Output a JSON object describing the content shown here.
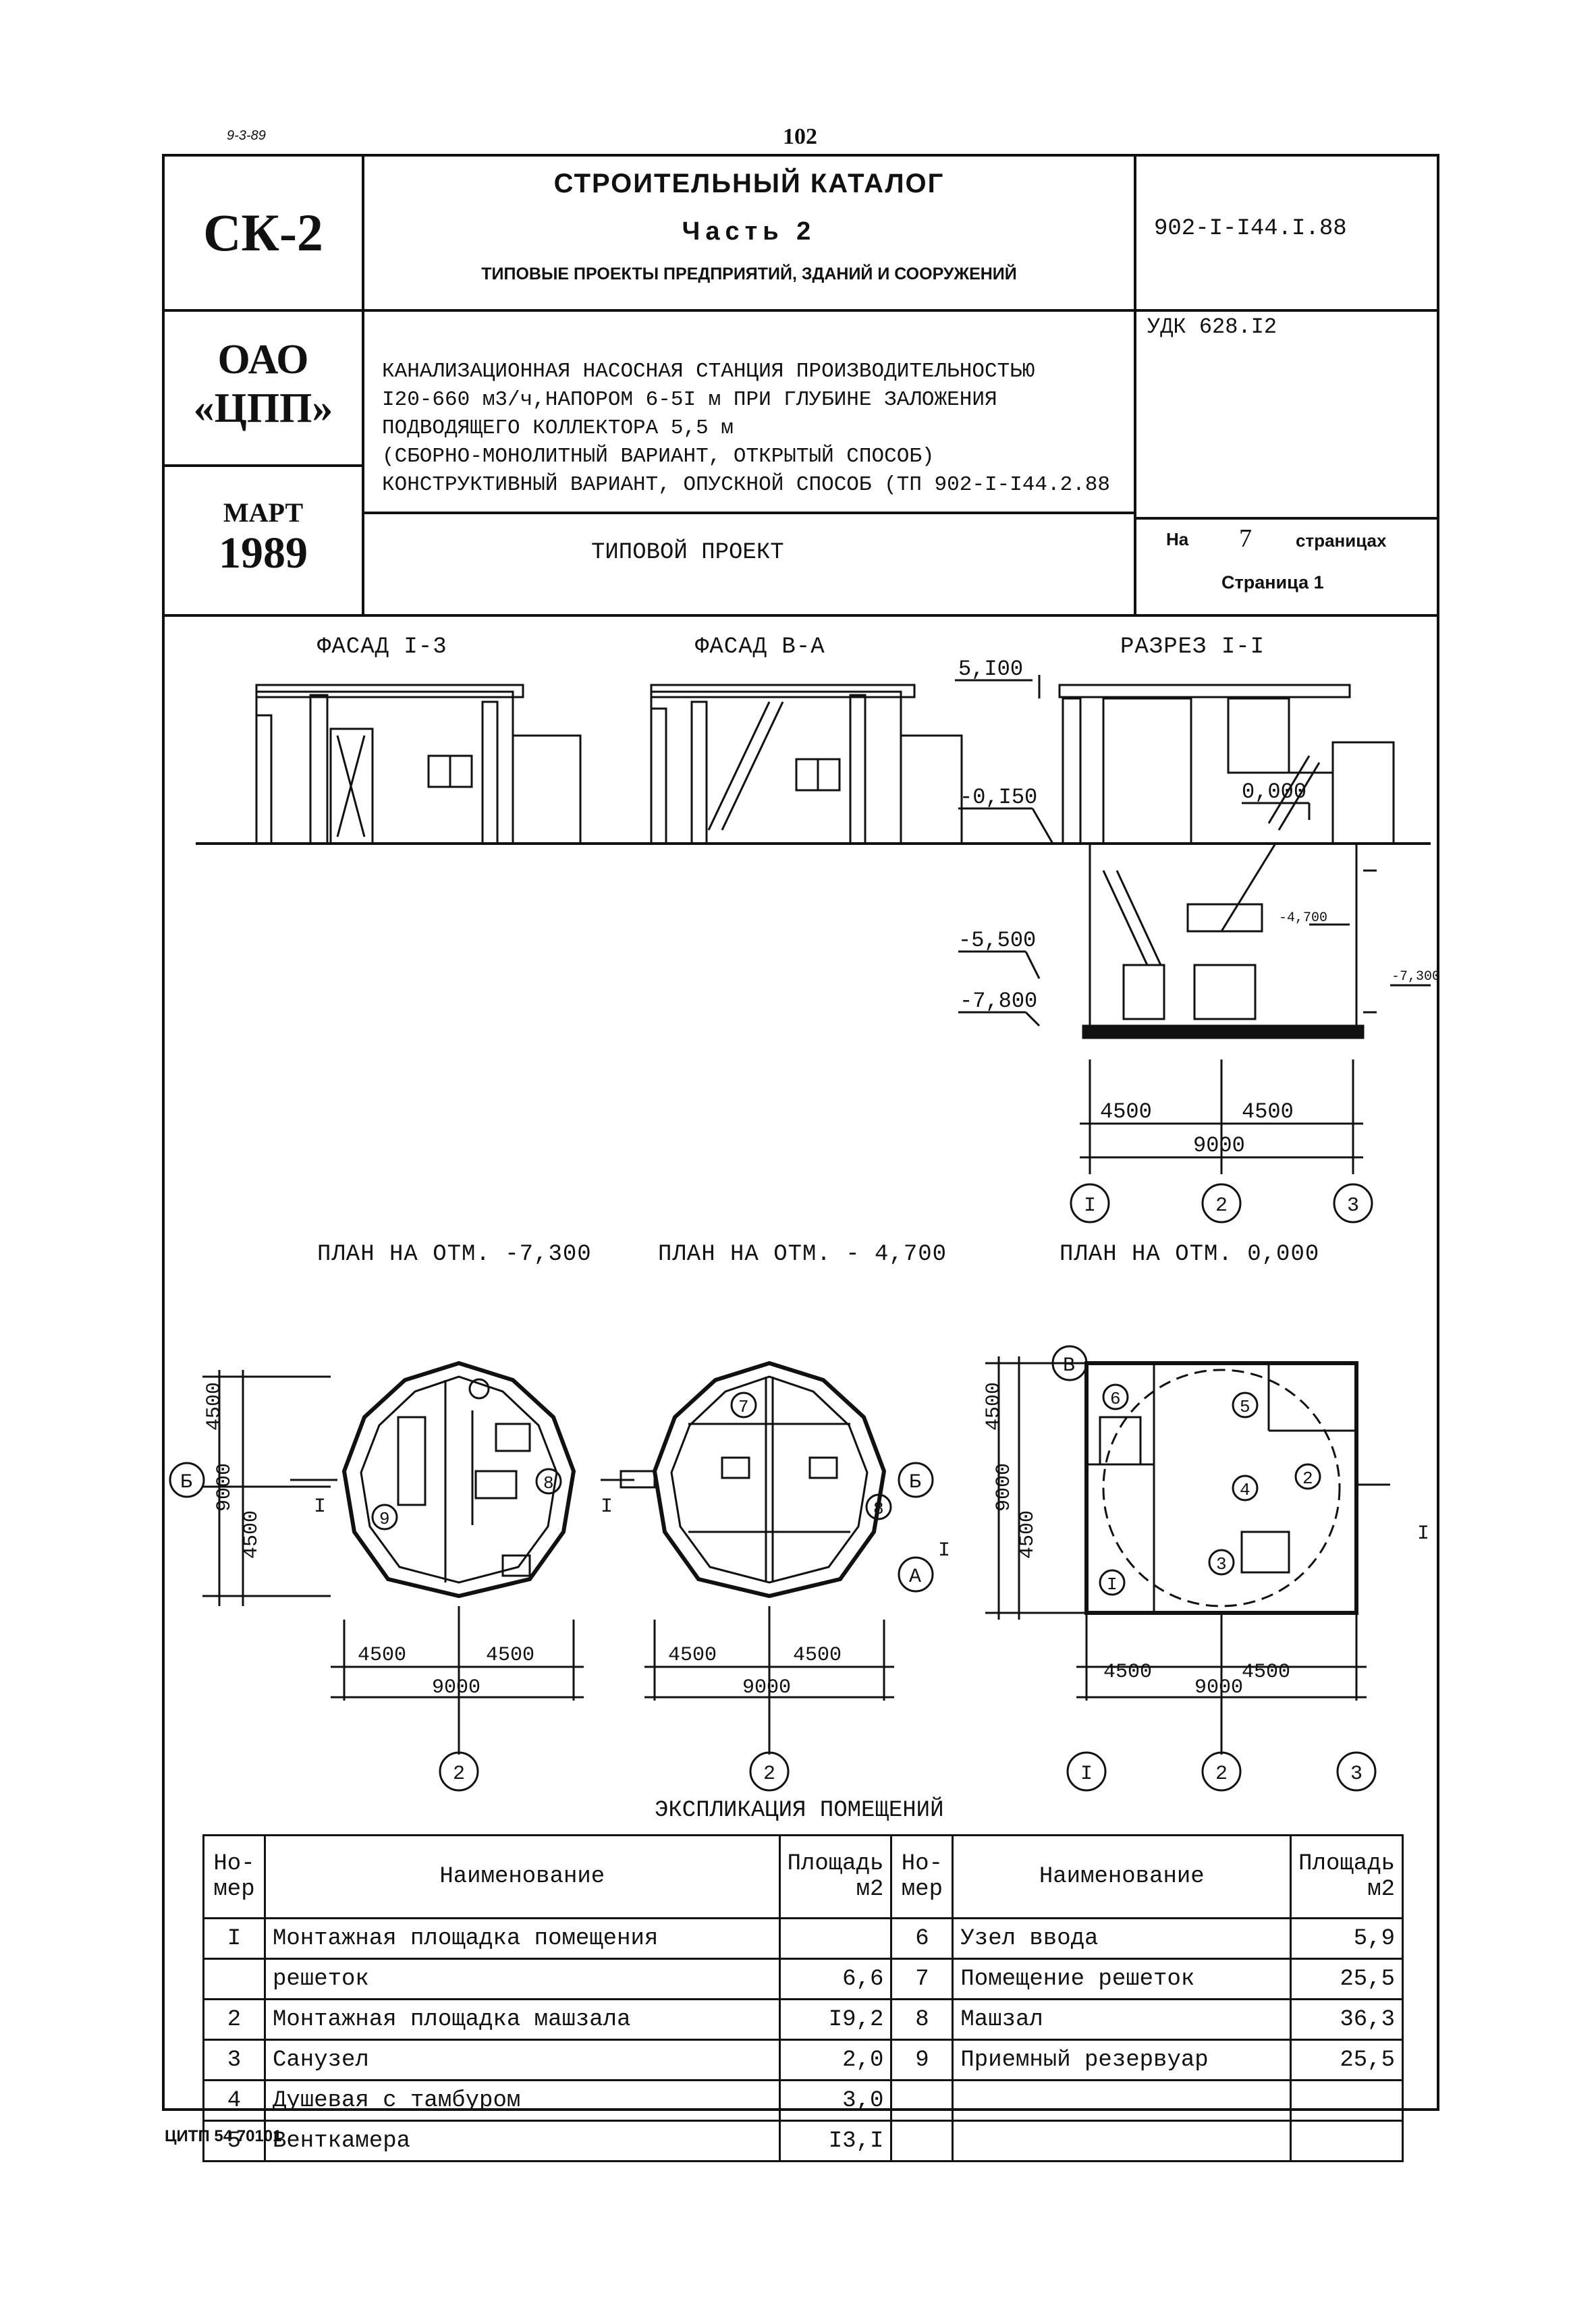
{
  "top": {
    "date_mark": "9-3-89",
    "page_number": "102"
  },
  "header": {
    "code": "СК-2",
    "catalog_title": "СТРОИТЕЛЬНЫЙ КАТАЛОГ",
    "part": "Часть 2",
    "part_subtitle": "ТИПОВЫЕ ПРОЕКТЫ ПРЕДПРИЯТИЙ, ЗДАНИЙ И СООРУЖЕНИЙ",
    "project_code": "902-I-I44.I.88",
    "org_line1": "ОАО",
    "org_line2": "«ЦПП»",
    "udk": "УДК 628.I2",
    "description": [
      "КАНАЛИЗАЦИОННАЯ НАСОСНАЯ СТАНЦИЯ ПРОИЗВОДИТЕЛЬНОСТЬЮ",
      "I20-660 м3/ч,НАПОРОМ 6-5I м ПРИ ГЛУБИНЕ ЗАЛОЖЕНИЯ",
      "ПОДВОДЯЩЕГО КОЛЛЕКТОРА 5,5 м",
      "(СБОРНО-МОНОЛИТНЫЙ ВАРИАНТ, ОТКРЫТЫЙ СПОСОБ)",
      "КОНСТРУКТИВНЫЙ ВАРИАНТ, ОПУСКНОЙ СПОСОБ (ТП 902-I-I44.2.88"
    ],
    "month": "МАРТ",
    "year": "1989",
    "doc_type": "ТИПОВОЙ ПРОЕКТ",
    "pages_prefix": "На",
    "pages_count": "7",
    "pages_suffix": "страницах",
    "page_label": "Страница 1"
  },
  "drawings": {
    "facade1_title": "ФАСАД I-3",
    "facade2_title": "ФАСАД В-А",
    "section_title": "РАЗРЕЗ I-I",
    "section_levels": {
      "top": "5,I00",
      "ground": "-0,I50",
      "zero": "0,000",
      "lvl1": "-4,700",
      "lvl2": "-5,500",
      "lvl3": "-7,300",
      "bottom": "-7,800"
    },
    "plan1_title": "ПЛАН НА ОТМ. -7,300",
    "plan2_title": "ПЛАН НА ОТМ. - 4,700",
    "plan3_title": "ПЛАН НА ОТМ. 0,000",
    "dim_half": "4500",
    "dim_full": "9000",
    "axis_1": "I",
    "axis_2": "2",
    "axis_3": "3",
    "axis_A": "А",
    "axis_B": "Б",
    "axis_V": "В",
    "cut": "I",
    "room_labels": [
      "I",
      "2",
      "3",
      "4",
      "5",
      "6",
      "7",
      "8",
      "9"
    ]
  },
  "explication": {
    "title": "ЭКСПЛИКАЦИЯ ПОМЕЩЕНИЙ",
    "headers": {
      "num": "Но-мер",
      "name": "Наименование",
      "area": "Площадь м2"
    },
    "left": [
      {
        "num": "I",
        "name": "Монтажная площадка помещения",
        "area": ""
      },
      {
        "num": "",
        "name": "решеток",
        "area": "6,6"
      },
      {
        "num": "2",
        "name": "Монтажная площадка машзала",
        "area": "I9,2"
      },
      {
        "num": "3",
        "name": "Санузел",
        "area": "2,0"
      },
      {
        "num": "4",
        "name": "Душевая с тамбуром",
        "area": "3,0"
      },
      {
        "num": "5",
        "name": "Венткамера",
        "area": "I3,I"
      }
    ],
    "right": [
      {
        "num": "6",
        "name": "Узел ввода",
        "area": "5,9"
      },
      {
        "num": "7",
        "name": "Помещение решеток",
        "area": "25,5"
      },
      {
        "num": "8",
        "name": "Машзал",
        "area": "36,3"
      },
      {
        "num": "9",
        "name": "Приемный резервуар",
        "area": "25,5"
      },
      {
        "num": "",
        "name": "",
        "area": ""
      },
      {
        "num": "",
        "name": "",
        "area": ""
      }
    ]
  },
  "footer": {
    "code": "ЦИТП 54 70101"
  }
}
